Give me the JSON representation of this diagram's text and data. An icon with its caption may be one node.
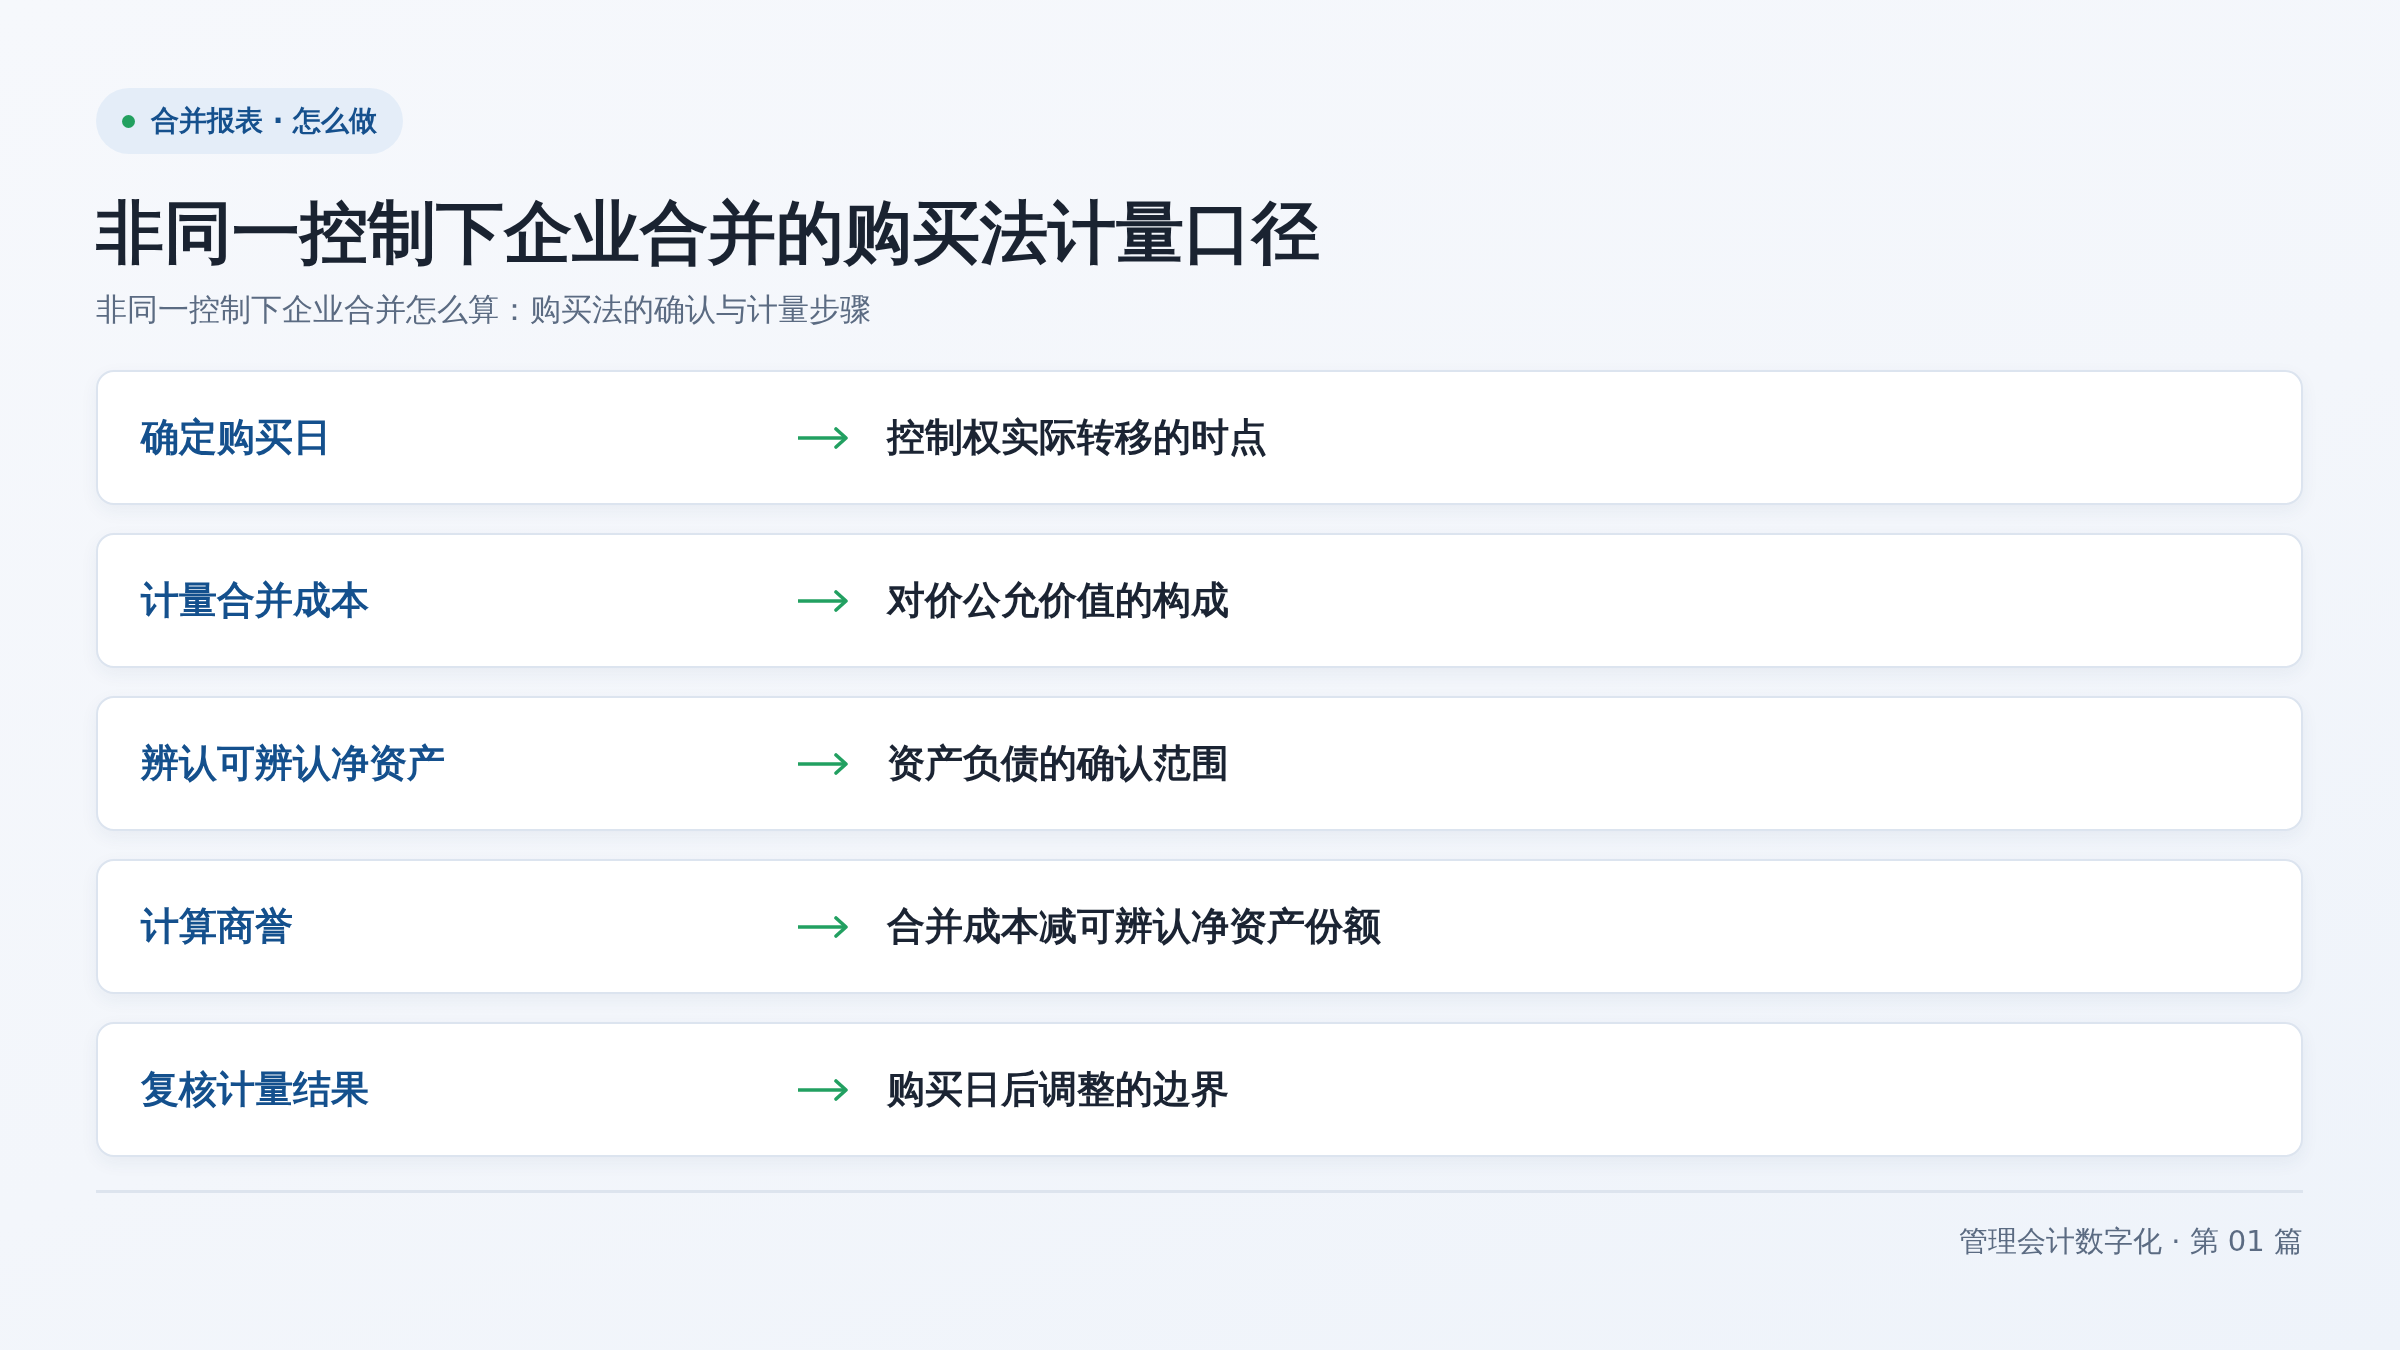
{
  "diagram": {
    "title": "非同一控制下企业合并的购买法计量口径",
    "nodes": [
      {
        "text": [
          "合并报表 · 怎么做"
        ]
      },
      {
        "text": [
          "确定购买日",
          "控制权实际转移的时点"
        ]
      },
      {
        "text": [
          "计量合并成本",
          "对价公允价值的构成"
        ]
      },
      {
        "text": [
          "辨认可辨认净资产",
          "资产负债的确认范围"
        ]
      },
      {
        "text": [
          "计算商誉",
          "合并成本减可辨认净资产份额"
        ]
      },
      {
        "text": [
          "复核计量结果",
          "购买日后调整的边界"
        ]
      }
    ],
    "labels": [
      "非同一控制下企业合并怎么算：购买法的确认与计量步骤",
      "管理会计数字化 · 第 01 篇"
    ]
  }
}
